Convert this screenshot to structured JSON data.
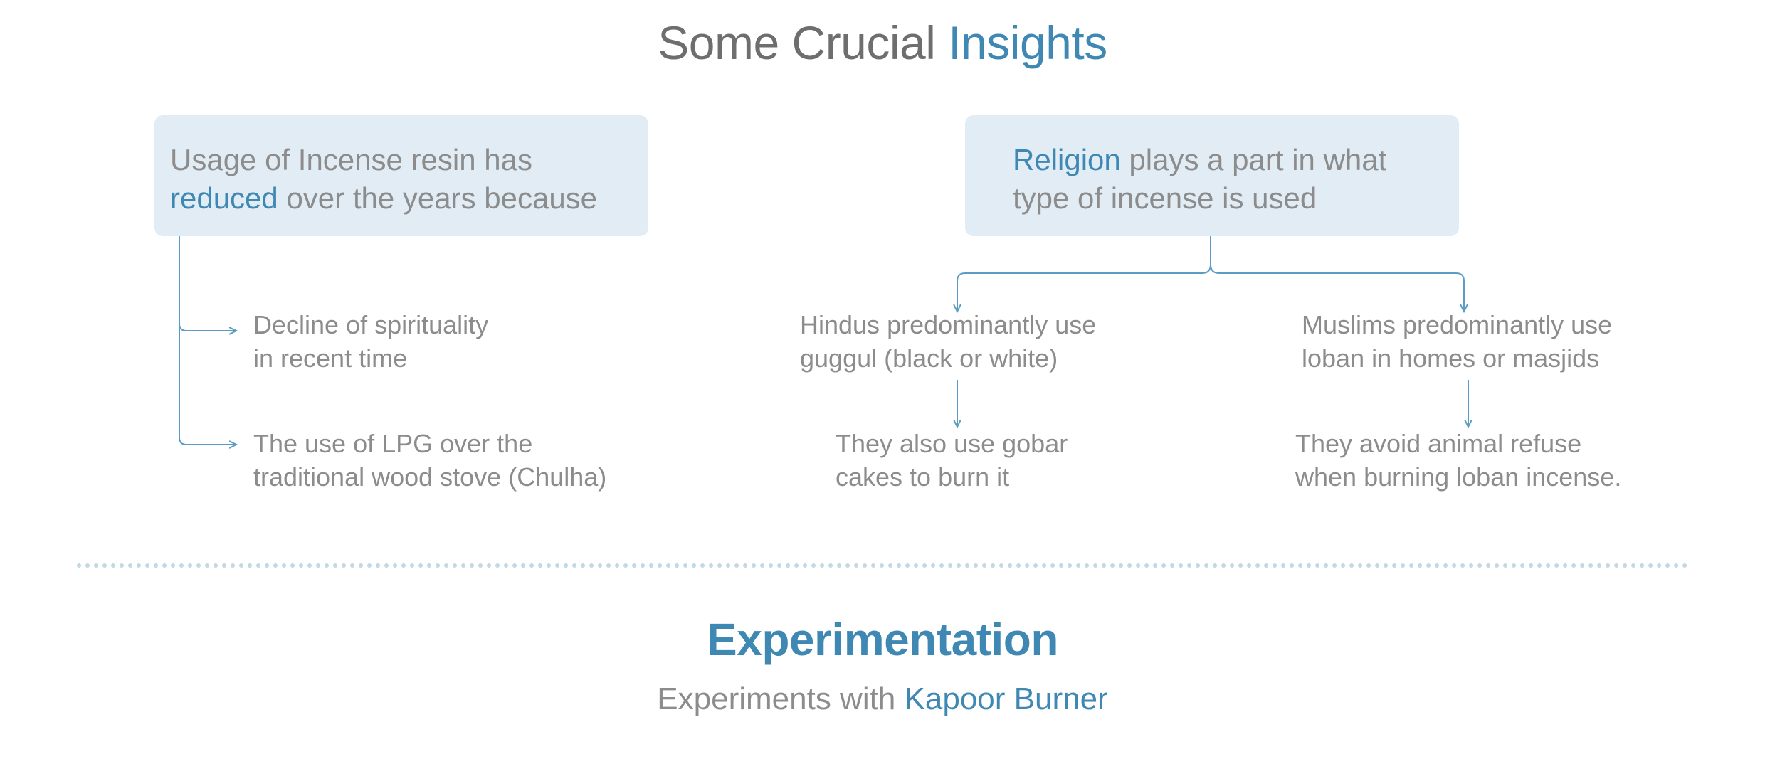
{
  "title": {
    "part1": "Some Crucial ",
    "part2": "Insights"
  },
  "left_box": {
    "line1": "Usage of Incense resin has",
    "highlight": "reduced",
    "line2_rest": " over the years because"
  },
  "left_items": [
    {
      "line1": "Decline of spirituality",
      "line2": "in recent time"
    },
    {
      "line1": "The use of LPG over the",
      "line2": "traditional wood stove (Chulha)"
    }
  ],
  "right_box": {
    "highlight": "Religion",
    "line1_rest": " plays a part in what",
    "line2": "type of incense is used"
  },
  "hindus": {
    "main": {
      "line1": "Hindus predominantly use",
      "line2": "guggul (black or white)"
    },
    "sub": {
      "line1": "They also use gobar",
      "line2": "cakes to burn it"
    }
  },
  "muslims": {
    "main": {
      "line1": "Muslims predominantly use",
      "line2": "loban in homes or masjids"
    },
    "sub": {
      "line1": "They avoid animal refuse",
      "line2": "when burning loban incense."
    }
  },
  "experimentation": {
    "title": "Experimentation",
    "sub_part1": "Experiments with ",
    "sub_part2": "Kapoor Burner"
  },
  "colors": {
    "accent": "#3f88b3",
    "box_bg": "#e1ecf4",
    "text": "#8c8c8c",
    "line": "#5b9cc4"
  }
}
